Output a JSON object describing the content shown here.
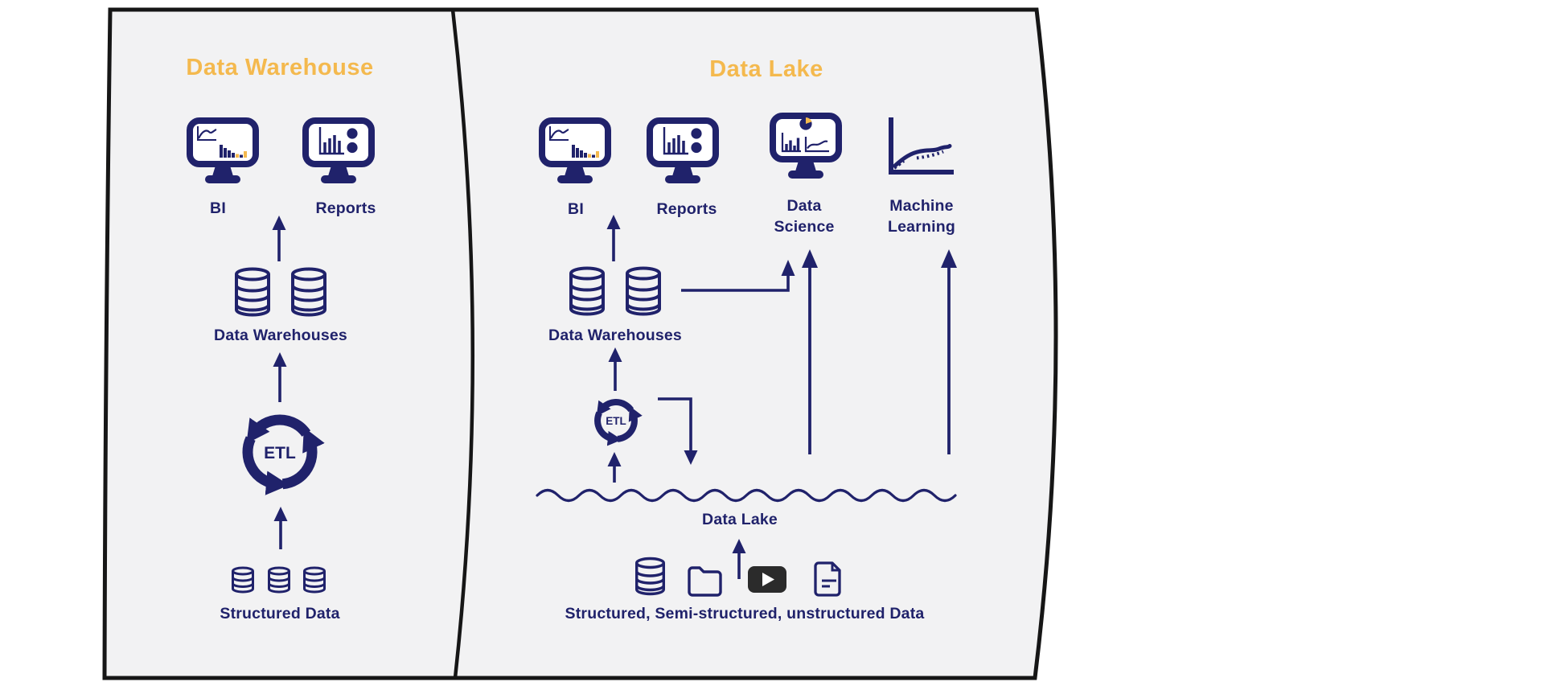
{
  "colors": {
    "navy": "#20226b",
    "amber": "#f4b94e",
    "panel_fill": "#f2f2f3",
    "outline": "#161616",
    "video_dark": "#2b2b2b"
  },
  "warehouse_panel": {
    "title": "Data Warehouse",
    "bi_label": "BI",
    "reports_label": "Reports",
    "warehouses_label": "Data Warehouses",
    "etl_label": "ETL",
    "sources_label": "Structured Data"
  },
  "lake_panel": {
    "title": "Data Lake",
    "bi_label": "BI",
    "reports_label": "Reports",
    "data_science_label_line1": "Data",
    "data_science_label_line2": "Science",
    "ml_label_line1": "Machine",
    "ml_label_line2": "Learning",
    "warehouses_label": "Data Warehouses",
    "etl_label": "ETL",
    "lake_label": "Data Lake",
    "sources_label": "Structured, Semi-structured, unstructured Data"
  },
  "icons": {
    "bi": "monitor-with-line-and-bar-chart-icon",
    "reports": "monitor-with-bar-chart-and-dots-icon",
    "data_science": "monitor-with-pie-bar-line-charts-icon",
    "machine_learning": "ml-curve-plot-icon",
    "database": "database-cylinder-icon",
    "etl": "circular-refresh-arrows-icon",
    "folder": "folder-icon",
    "video": "video-play-icon",
    "document": "document-file-icon",
    "lake_surface": "water-wave-line"
  }
}
